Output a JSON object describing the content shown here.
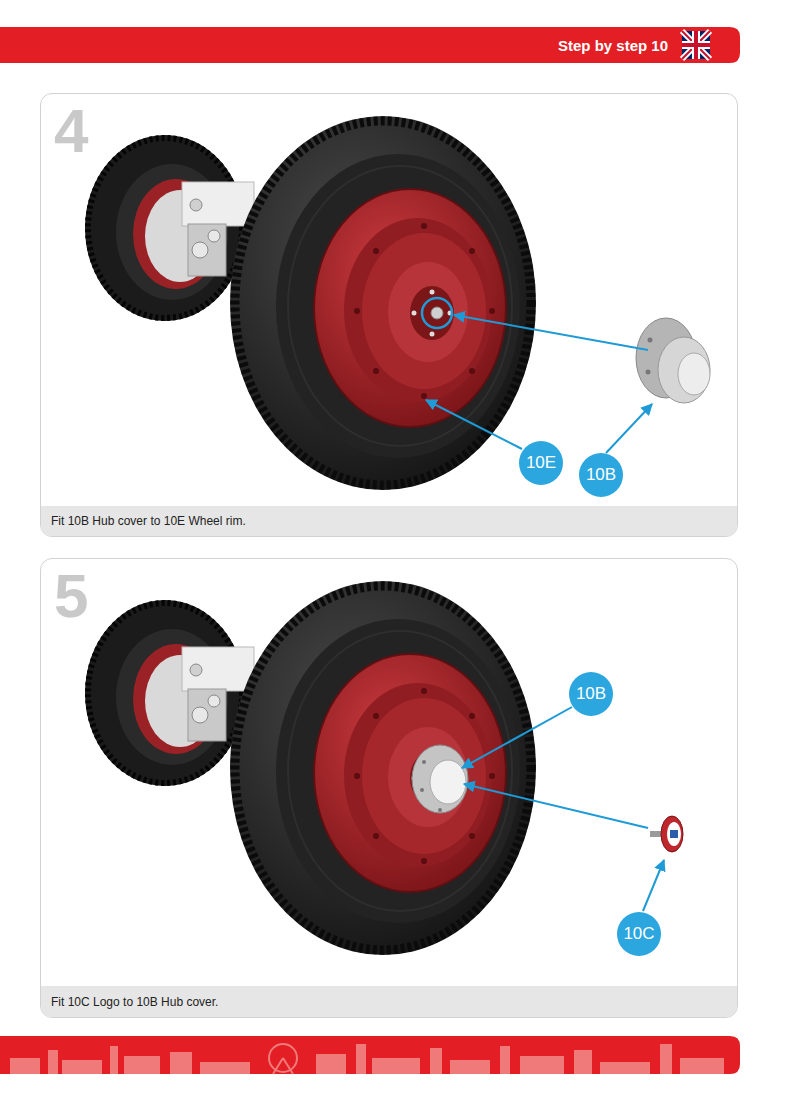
{
  "diagram": {
    "title": "Step by step 10",
    "nodes": [
      {
        "text": [
          "4"
        ]
      },
      {
        "text": [
          "10E"
        ],
        "in": 0
      },
      {
        "text": [
          "10B"
        ],
        "in": 0
      },
      {
        "text": [
          "Fit 10B Hub cover to 10E Wheel rim."
        ],
        "in": 0
      },
      {
        "text": [
          "5"
        ]
      },
      {
        "text": [
          "10B"
        ],
        "in": 4
      },
      {
        "text": [
          "10C"
        ],
        "in": 4
      },
      {
        "text": [
          "Fit 10C Logo to 10B Hub cover."
        ],
        "in": 4
      }
    ]
  }
}
